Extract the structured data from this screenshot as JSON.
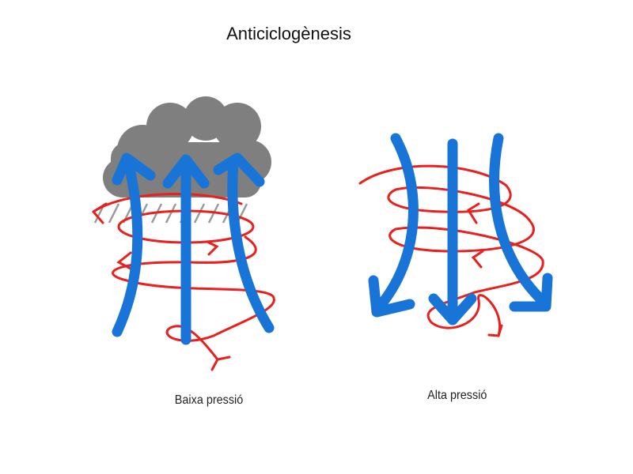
{
  "title": "Anticiclogènesis",
  "panels": [
    {
      "label": "Baixa pressió",
      "vertical_flow": "up",
      "weather": "cloud-with-rain"
    },
    {
      "label": "Alta pressió",
      "vertical_flow": "down",
      "weather": "clear"
    }
  ],
  "colors": {
    "vertical_arrows": "#1874d6",
    "spiral": "#e8201e",
    "cloud": "#7f7f7f",
    "rain": "#9a9a9a"
  }
}
